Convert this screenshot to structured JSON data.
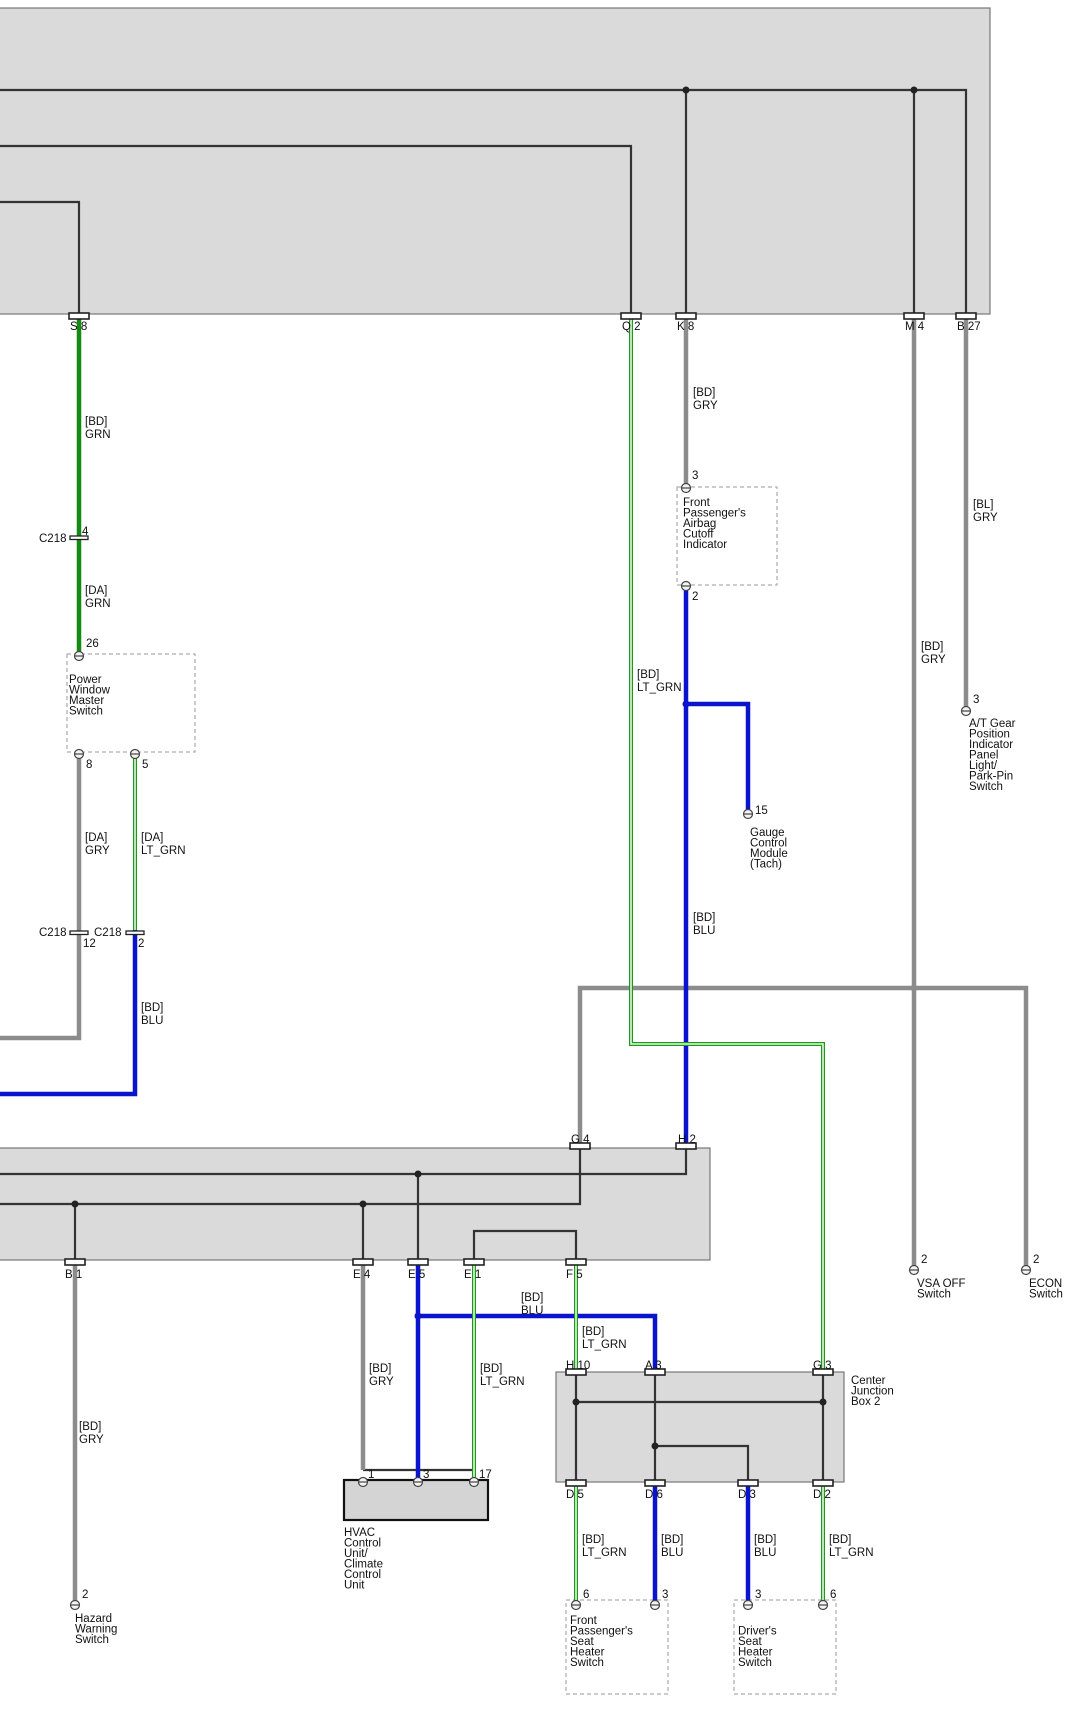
{
  "upper_box_pins": {
    "s8": "S 8",
    "q2": "Q 2",
    "k8": "K 8",
    "m4": "M 4",
    "b27": "B 27"
  },
  "middle_box_pins": {
    "g4": "G 4",
    "h2": "H 2",
    "b1": "B 1",
    "e4": "E 4",
    "e5": "E 5",
    "e1": "E 1",
    "f5": "F 5"
  },
  "wires": {
    "w_bd_grn": [
      "[BD]",
      "GRN"
    ],
    "w_da_grn": [
      "[DA]",
      "GRN"
    ],
    "w_bd_gry_k8": [
      "[BD]",
      "GRY"
    ],
    "w_bl_gry": [
      "[BL]",
      "GRY"
    ],
    "w_bd_ltgrn_q2": [
      "[BD]",
      "LT_GRN"
    ],
    "w_bd_gry_m4": [
      "[BD]",
      "GRY"
    ],
    "w_bd_blu_h2": [
      "[BD]",
      "BLU"
    ],
    "w_da_gry": [
      "[DA]",
      "GRY"
    ],
    "w_da_ltgrn": [
      "[DA]",
      "LT_GRN"
    ],
    "w_bd_blu_left": [
      "[BD]",
      "BLU"
    ],
    "w_bd_blu_e5": [
      "[BD]",
      "BLU"
    ],
    "w_bd_ltgrn_f5": [
      "[BD]",
      "LT_GRN"
    ],
    "w_bd_gry_e4": [
      "[BD]",
      "GRY"
    ],
    "w_bd_ltgrn_e1": [
      "[BD]",
      "LT_GRN"
    ],
    "w_bd_gry_b1": [
      "[BD]",
      "GRY"
    ],
    "w_bd_ltgrn_d5": [
      "[BD]",
      "LT_GRN"
    ],
    "w_bd_blu_d6": [
      "[BD]",
      "BLU"
    ],
    "w_bd_blu_d3": [
      "[BD]",
      "BLU"
    ],
    "w_bd_ltgrn_d2": [
      "[BD]",
      "LT_GRN"
    ]
  },
  "inline_connectors": {
    "c218_a_name": "C218",
    "c218_a_pin": "4",
    "c218_b_name": "C218",
    "c218_b_pin": "12",
    "c218_c_name": "C218",
    "c218_c_pin": "2"
  },
  "components": {
    "airbag_indicator": {
      "lines": [
        "Front",
        "Passenger's",
        "Airbag",
        "Cutoff",
        "Indicator"
      ],
      "pin_top": "3",
      "pin_bottom": "2"
    },
    "power_window_switch": {
      "lines": [
        "Power",
        "Window",
        "Master",
        "Switch"
      ],
      "pin_top": "26",
      "pin_left": "8",
      "pin_right": "5"
    },
    "gauge_control_module": {
      "lines": [
        "Gauge",
        "Control",
        "Module",
        "(Tach)"
      ],
      "pin": "15"
    },
    "at_gear_switch": {
      "lines": [
        "A/T Gear",
        "Position",
        "Indicator",
        "Panel",
        "Light/",
        "Park-Pin",
        "Switch"
      ],
      "pin": "3"
    },
    "vsa_off_switch": {
      "lines": [
        "VSA OFF",
        "Switch"
      ],
      "pin": "2"
    },
    "econ_switch": {
      "lines": [
        "ECON",
        "Switch"
      ],
      "pin": "2"
    },
    "center_junction_box": {
      "lines": [
        "Center",
        "Junction",
        "Box 2"
      ],
      "pin_h10": "H 10",
      "pin_a3": "A 3",
      "pin_g3": "G 3",
      "pin_d5": "D 5",
      "pin_d6": "D 6",
      "pin_d3": "D 3",
      "pin_d2": "D 2"
    },
    "hvac_unit": {
      "lines": [
        "HVAC",
        "Control",
        "Unit/",
        "Climate",
        "Control",
        "Unit"
      ],
      "pin_1": "1",
      "pin_3": "3",
      "pin_17": "17"
    },
    "hazard_switch": {
      "lines": [
        "Hazard",
        "Warning",
        "Switch"
      ],
      "pin": "2"
    },
    "front_pass_seat_heater": {
      "lines": [
        "Front",
        "Passenger's",
        "Seat",
        "Heater",
        "Switch"
      ],
      "pin_left": "6",
      "pin_right": "3"
    },
    "driver_seat_heater": {
      "lines": [
        "Driver's",
        "Seat",
        "Heater",
        "Switch"
      ],
      "pin_left": "3",
      "pin_right": "6"
    }
  },
  "wire_colors": {
    "gray": "#8c8c8c",
    "blue": "#0a14cc",
    "green": "#138a13",
    "light_green": "#8fd48a",
    "box_fill": "#dadada"
  }
}
